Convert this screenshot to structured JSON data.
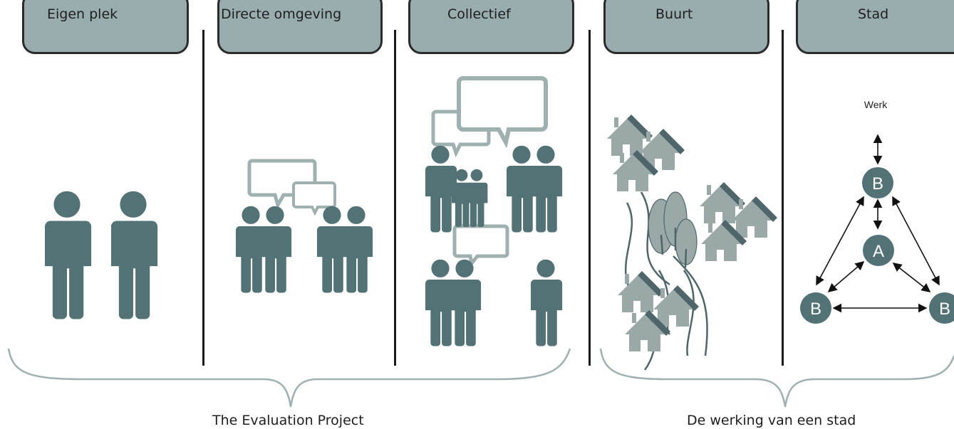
{
  "columns": [
    {
      "label": "Eigen plek"
    },
    {
      "label": "Directe omgeving"
    },
    {
      "label": "Collectief"
    },
    {
      "label": "Buurt"
    },
    {
      "label": "Stad"
    }
  ],
  "groups": [
    {
      "label": "The Evaluation Project"
    },
    {
      "label": "De werking van een stad"
    }
  ],
  "stad_diagram": {
    "top_label": "Werk",
    "node_top": "B",
    "node_center": "A",
    "node_left": "B",
    "node_right": "B"
  },
  "colors": {
    "person": "#537275",
    "bubble": "#9fb0b1",
    "tab_fill": "#99adaf",
    "house": "#9ba8a8",
    "roof": "#4e6669"
  }
}
